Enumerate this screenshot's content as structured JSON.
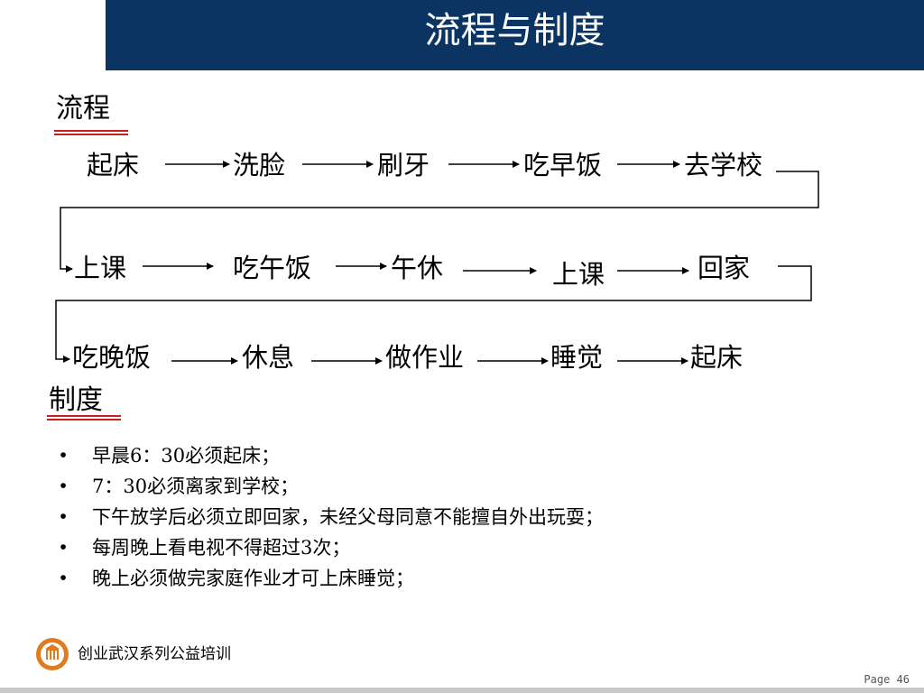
{
  "header": {
    "title": "流程与制度"
  },
  "sections": {
    "process_label": "流程",
    "rules_label": "制度"
  },
  "flow": {
    "row1": [
      "起床",
      "洗脸",
      "刷牙",
      "吃早饭",
      "去学校"
    ],
    "row2": [
      "上课",
      "吃午饭",
      "午休",
      "上课",
      "回家"
    ],
    "row3": [
      "吃晚饭",
      "休息",
      "做作业",
      "睡觉",
      "起床"
    ]
  },
  "rules": [
    "早晨6：30必须起床；",
    "7：30必须离家到学校；",
    "下午放学后必须立即回家，未经父母同意不能擅自外出玩耍；",
    "每周晚上看电视不得超过3次；",
    "晚上必须做完家庭作业才可上床睡觉；"
  ],
  "footer": {
    "org": "创业武汉系列公益培训",
    "page": "Page 46"
  },
  "colors": {
    "header": "#0c3462",
    "accent": "#c81e1e",
    "logo": "#e07b1f"
  },
  "icons": {
    "bullet": "•",
    "logo": "seal-logo-icon"
  }
}
